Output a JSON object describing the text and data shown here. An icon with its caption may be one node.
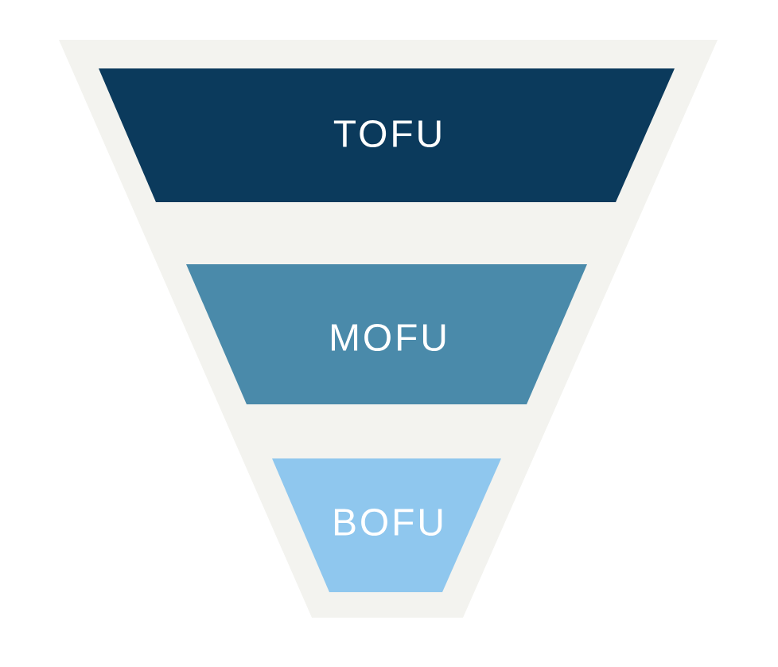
{
  "diagram": {
    "nodes": [
      {
        "text": [],
        "shape": "trapezoid"
      },
      {
        "text": [
          "TOFU"
        ],
        "in": 0
      },
      {
        "text": [
          "MOFU"
        ],
        "in": 0
      },
      {
        "text": [
          "BOFU"
        ],
        "in": 0
      }
    ]
  }
}
